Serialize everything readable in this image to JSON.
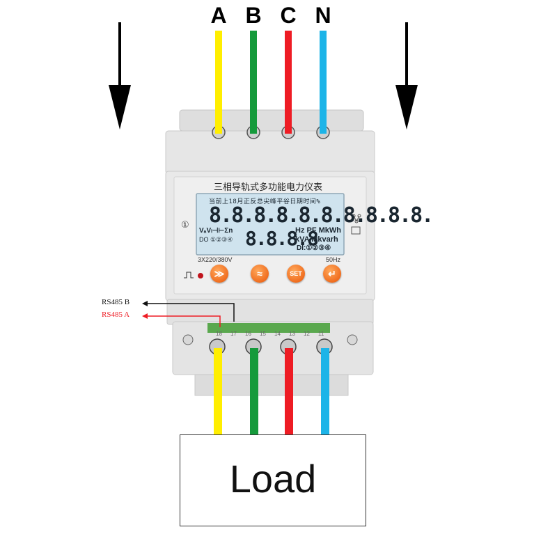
{
  "phases": [
    {
      "label": "A",
      "color": "#ffee00"
    },
    {
      "label": "B",
      "color": "#159a3b"
    },
    {
      "label": "C",
      "color": "#ee1c24"
    },
    {
      "label": "N",
      "color": "#1cb4e8"
    }
  ],
  "meter": {
    "title": "三相导轨式多功能电力仪表",
    "lcd_top_row": "当前上18月正反总尖峰平谷日期时间%",
    "lcd_digits_main": "8.8.8.8.8.8.8.8.8.8.",
    "lcd_digits_sub": "8.8.8.8",
    "lcd_units_row1": "Hz PF MkWh",
    "lcd_units_row2": "kVA Mkvarh",
    "lcd_di_row": "DI:①②③④",
    "lcd_left_row1": "VₐVₗ⊣⊢Σn",
    "lcd_left_row2": "DO ①②③④",
    "channel_mark": "①",
    "rating": "3X220/380V",
    "frequency": "50Hz",
    "buttons": [
      {
        "label": "≫",
        "icon": "double-chevron-right-icon"
      },
      {
        "label": "≈",
        "icon": "double-chevron-up-icon"
      },
      {
        "label": "SET",
        "icon": "set-icon"
      },
      {
        "label": "↵",
        "icon": "enter-icon"
      }
    ],
    "bottom_terminals": [
      "18",
      "17",
      "16",
      "15",
      "14",
      "13",
      "12",
      "11"
    ]
  },
  "rs485": {
    "b_label": "RS485 B",
    "a_label": "RS485 A",
    "b_color": "#111111",
    "a_color": "#ee1c24"
  },
  "load": {
    "label": "Load"
  },
  "colors": {
    "meter_body": "#e4e4e4",
    "lcd_bg": "#cfe3ee",
    "button_orange": "#f06d1f",
    "pulse_led": "#c0141c"
  }
}
